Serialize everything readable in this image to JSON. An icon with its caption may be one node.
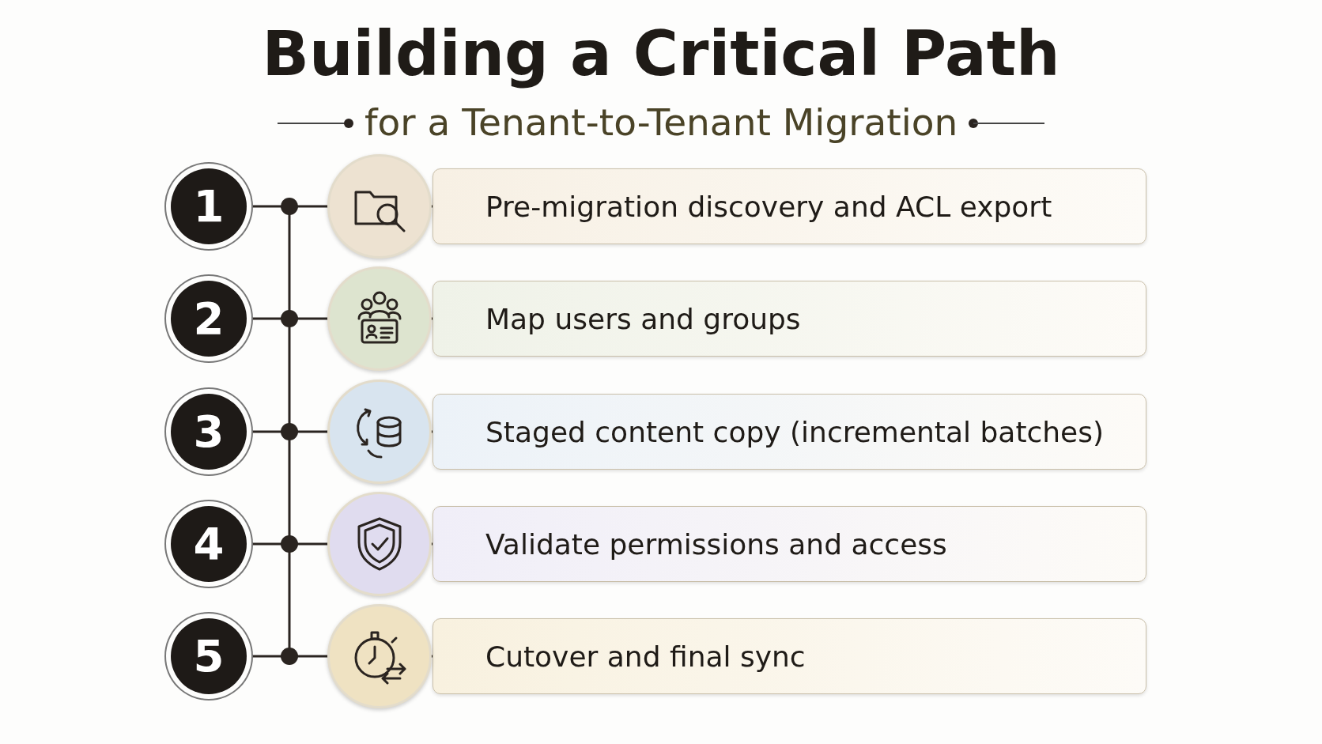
{
  "diagram": {
    "title": "Building a Critical Path",
    "nodes": [
      {
        "text": [
          "1"
        ]
      },
      {
        "text": [
          "Pre-migration discovery and ACL export"
        ]
      },
      {
        "text": [
          "2"
        ]
      },
      {
        "text": [
          "Map users and groups"
        ]
      },
      {
        "text": [
          "3"
        ]
      },
      {
        "text": [
          "Staged content copy (incremental batches)"
        ]
      },
      {
        "text": [
          "4"
        ]
      },
      {
        "text": [
          "Validate permissions and access"
        ]
      },
      {
        "text": [
          "5"
        ]
      },
      {
        "text": [
          "Cutover and final sync"
        ]
      }
    ],
    "edges": [
      {
        "from": 0,
        "to": 1,
        "arrow": "none"
      },
      {
        "from": 2,
        "to": 3,
        "arrow": "none"
      },
      {
        "from": 4,
        "to": 5,
        "arrow": "none"
      },
      {
        "from": 6,
        "to": 7,
        "arrow": "none"
      },
      {
        "from": 8,
        "to": 9,
        "arrow": "none"
      }
    ],
    "labels": [
      "for a Tenant-to-Tenant Migration"
    ]
  }
}
